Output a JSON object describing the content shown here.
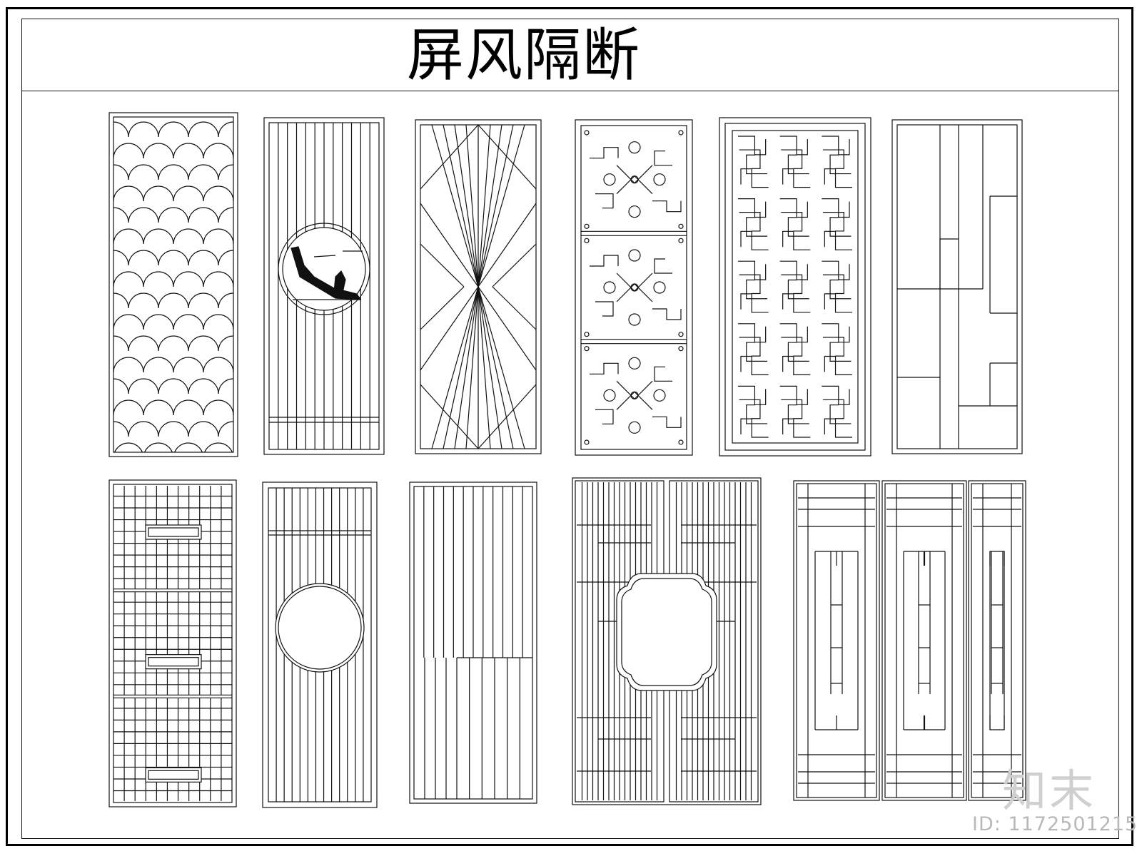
{
  "title": "屏风隔断",
  "watermark": {
    "brand": "知末",
    "id": "ID: 1172501215"
  },
  "panels": [
    {
      "name": "fish-scale"
    },
    {
      "name": "vertical-slats-with-circle-painting"
    },
    {
      "name": "diamond-fan"
    },
    {
      "name": "fret-three-section"
    },
    {
      "name": "chinese-fret-lattice"
    },
    {
      "name": "offset-rectangles"
    },
    {
      "name": "grid-three-section"
    },
    {
      "name": "vertical-slats-with-circle"
    },
    {
      "name": "vertical-slats-split"
    },
    {
      "name": "double-door-with-center-opening"
    },
    {
      "name": "triple-lattice"
    }
  ],
  "colors": {
    "line": "#111111",
    "watermark": "#d0d0d0"
  }
}
